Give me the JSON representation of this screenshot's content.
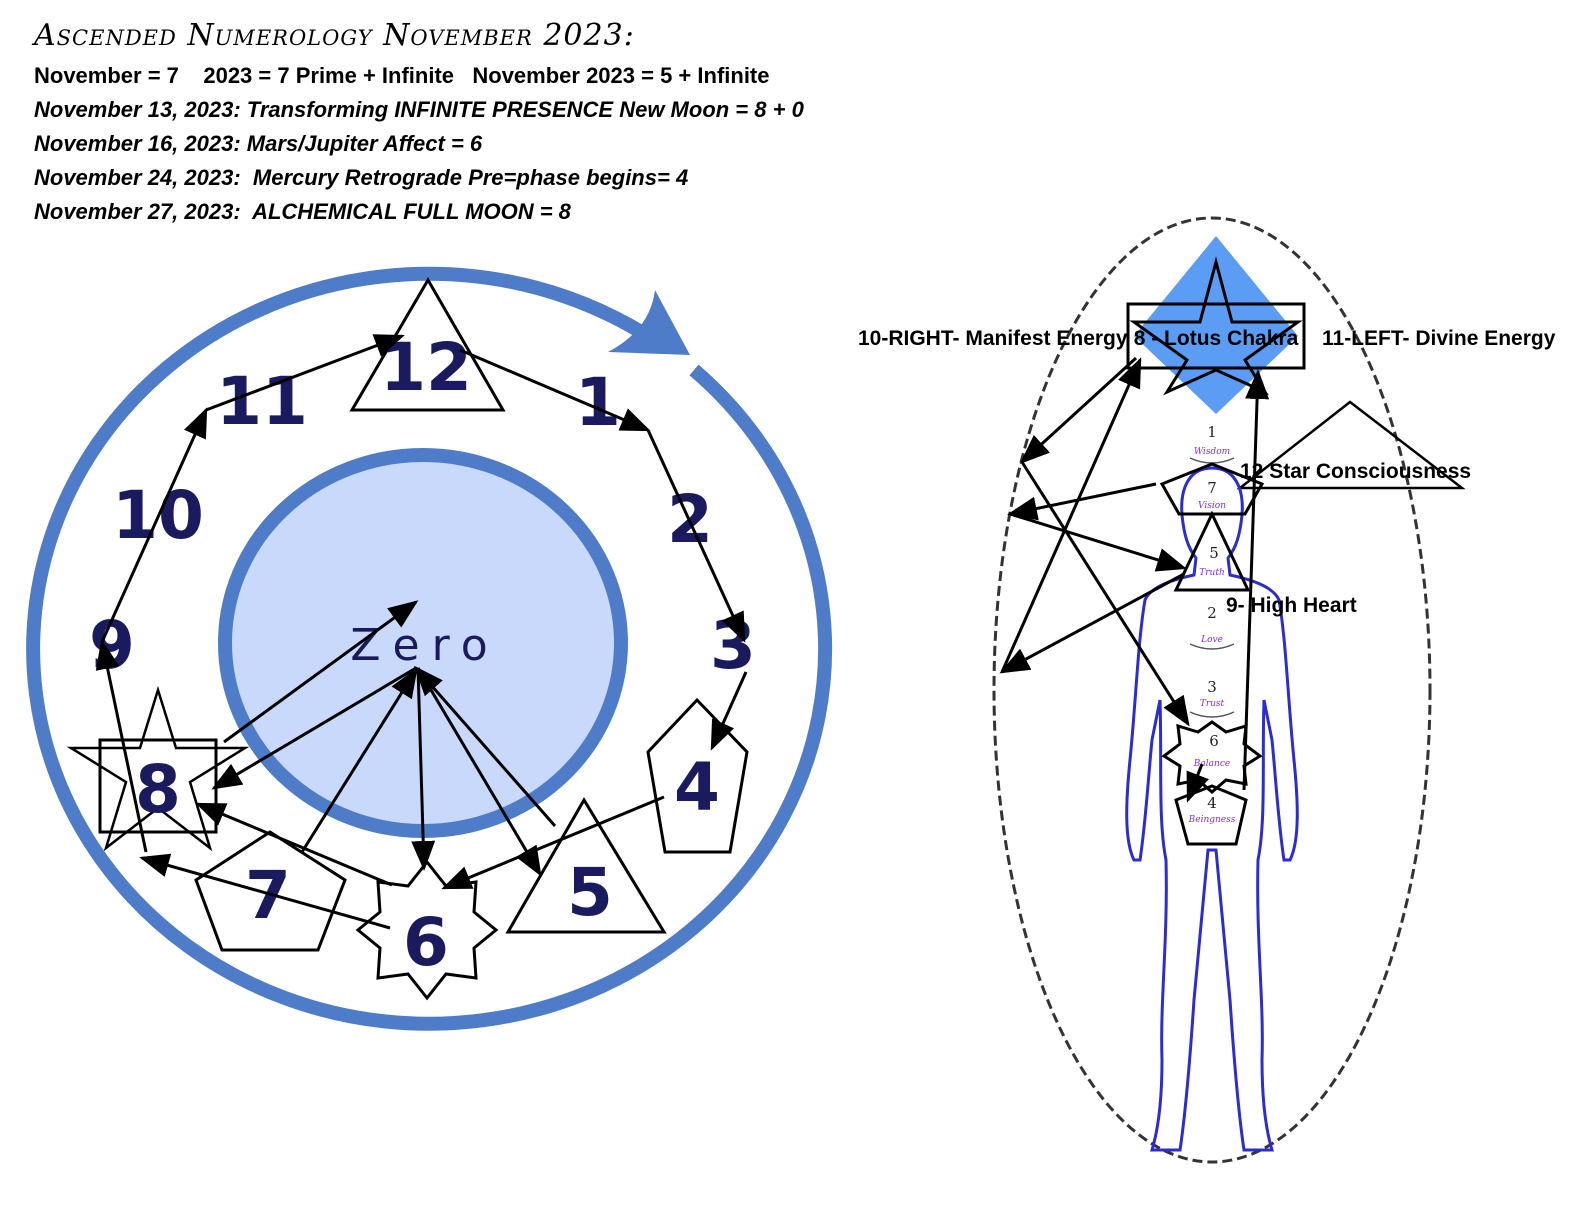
{
  "header": {
    "title": "Ascended Numerology November 2023:",
    "lines": [
      "November = 7    2023 = 7 Prime + Infinite   November 2023 = 5 + Infinite",
      "November 13, 2023: Transforming INFINITE PRESENCE New Moon = 8 + 0",
      "November 16, 2023: Mars/Jupiter Affect = 6",
      "November 24, 2023:  Mercury Retrograde Pre=phase begins= 4",
      "November 27, 2023:  ALCHEMICAL FULL MOON = 8"
    ]
  },
  "wheel": {
    "center_label": "Zero",
    "numbers": [
      "12",
      "1",
      "2",
      "3",
      "4",
      "5",
      "6",
      "7",
      "8",
      "9",
      "10",
      "11"
    ],
    "colors": {
      "ring": "#4f7cc9",
      "inner_fill": "#c9d9fb",
      "numbers": "#1a1a5e"
    }
  },
  "body_diagram": {
    "labels": {
      "right": "10-RIGHT- Manifest Energy",
      "lotus": "8 - Lotus Chakra",
      "left": "11-LEFT- Divine Energy",
      "star": "12 Star Consciousness",
      "heart": "9- High Heart"
    },
    "chakras": [
      {
        "num": "1",
        "word": "Wisdom"
      },
      {
        "num": "7",
        "word": "Vision"
      },
      {
        "num": "5",
        "word": "Truth"
      },
      {
        "num": "2",
        "word": "Love"
      },
      {
        "num": "3",
        "word": "Trust"
      },
      {
        "num": "6",
        "word": "Balance"
      },
      {
        "num": "4",
        "word": "Beingness"
      }
    ],
    "colors": {
      "diamond": "#5b9cf5",
      "body_outline": "#2c2ccf"
    }
  }
}
